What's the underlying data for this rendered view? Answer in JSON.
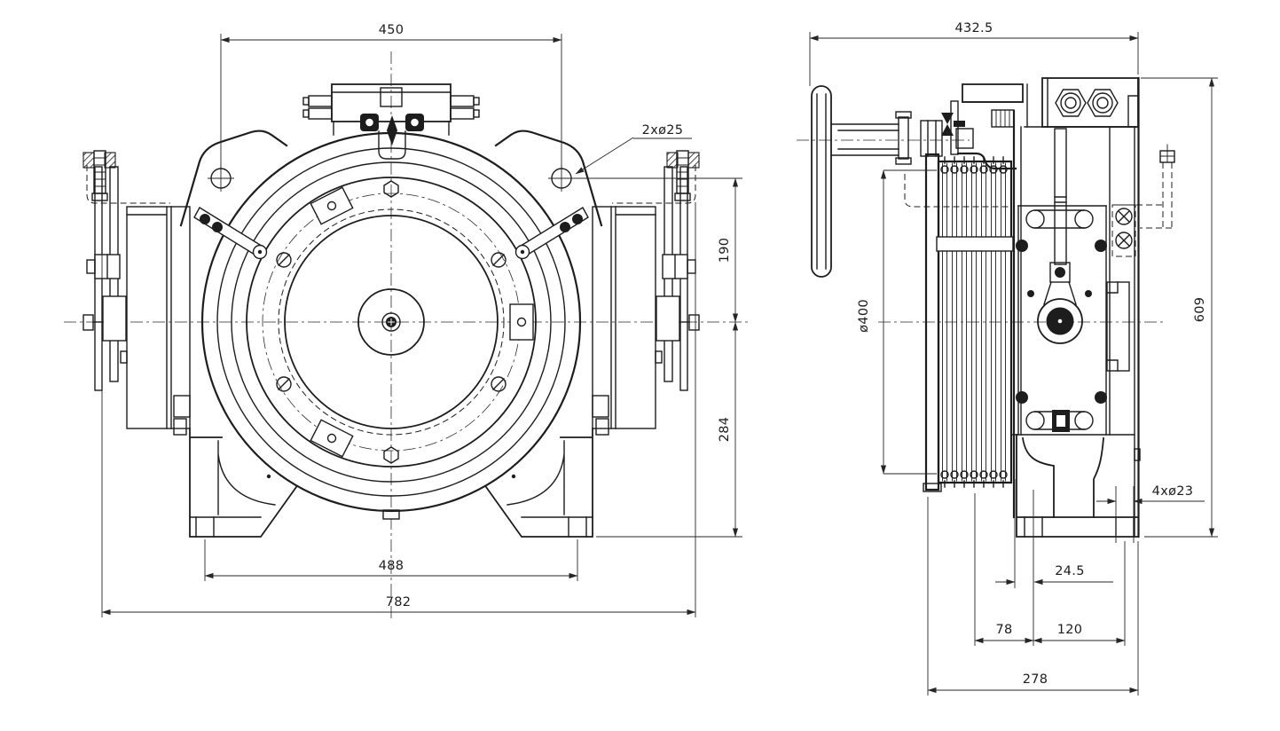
{
  "drawing": {
    "type": "engineering-drawing",
    "subject": "gearless elevator traction machine",
    "views": {
      "front": "front-view",
      "side": "side-view"
    },
    "dimensions": {
      "front": {
        "top_width": "450",
        "hole_callout": "2xø25",
        "upper_height": "190",
        "lower_height": "284",
        "foot_hole_span": "488",
        "overall_width": "782"
      },
      "side": {
        "top_width": "432.5",
        "sheave_diameter": "ø400",
        "overall_height": "609",
        "foot_hole_callout": "4xø23",
        "face_to_front_hole": "24.5",
        "sheave_to_front_hole": "78",
        "foot_hole_pitch": "120",
        "overall_depth": "278"
      }
    },
    "colors": {
      "line": "#1d1d1d",
      "dimension": "#262626",
      "background": "#ffffff"
    }
  }
}
